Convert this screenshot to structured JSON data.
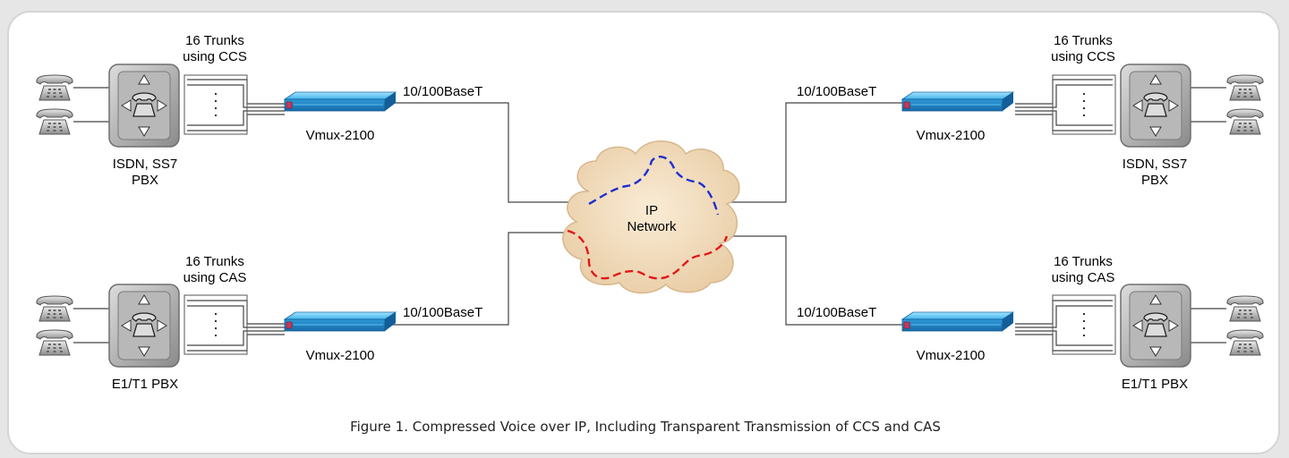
{
  "sites": {
    "top_left": {
      "trunk_line1": "16 Trunks",
      "trunk_line2": "using CCS",
      "pbx_line1": "ISDN, SS7",
      "pbx_line2": "PBX",
      "vmux": "Vmux-2100",
      "link": "10/100BaseT"
    },
    "bottom_left": {
      "trunk_line1": "16 Trunks",
      "trunk_line2": "using CAS",
      "pbx_line1": "E1/T1 PBX",
      "pbx_line2": "",
      "vmux": "Vmux-2100",
      "link": "10/100BaseT"
    },
    "top_right": {
      "trunk_line1": "16 Trunks",
      "trunk_line2": "using CCS",
      "pbx_line1": "ISDN, SS7",
      "pbx_line2": "PBX",
      "vmux": "Vmux-2100",
      "link": "10/100BaseT"
    },
    "bottom_right": {
      "trunk_line1": "16 Trunks",
      "trunk_line2": "using CAS",
      "pbx_line1": "E1/T1 PBX",
      "pbx_line2": "",
      "vmux": "Vmux-2100",
      "link": "10/100BaseT"
    }
  },
  "cloud": {
    "line1": "IP",
    "line2": "Network"
  },
  "caption": "Figure 1.  Compressed Voice over IP, Including Transparent Transmission of CCS and CAS",
  "colors": {
    "ccs_path": "#1f2fcf",
    "cas_path": "#e01818",
    "vmux": "#2aa8e8",
    "cloud": "#f0d9b8"
  }
}
